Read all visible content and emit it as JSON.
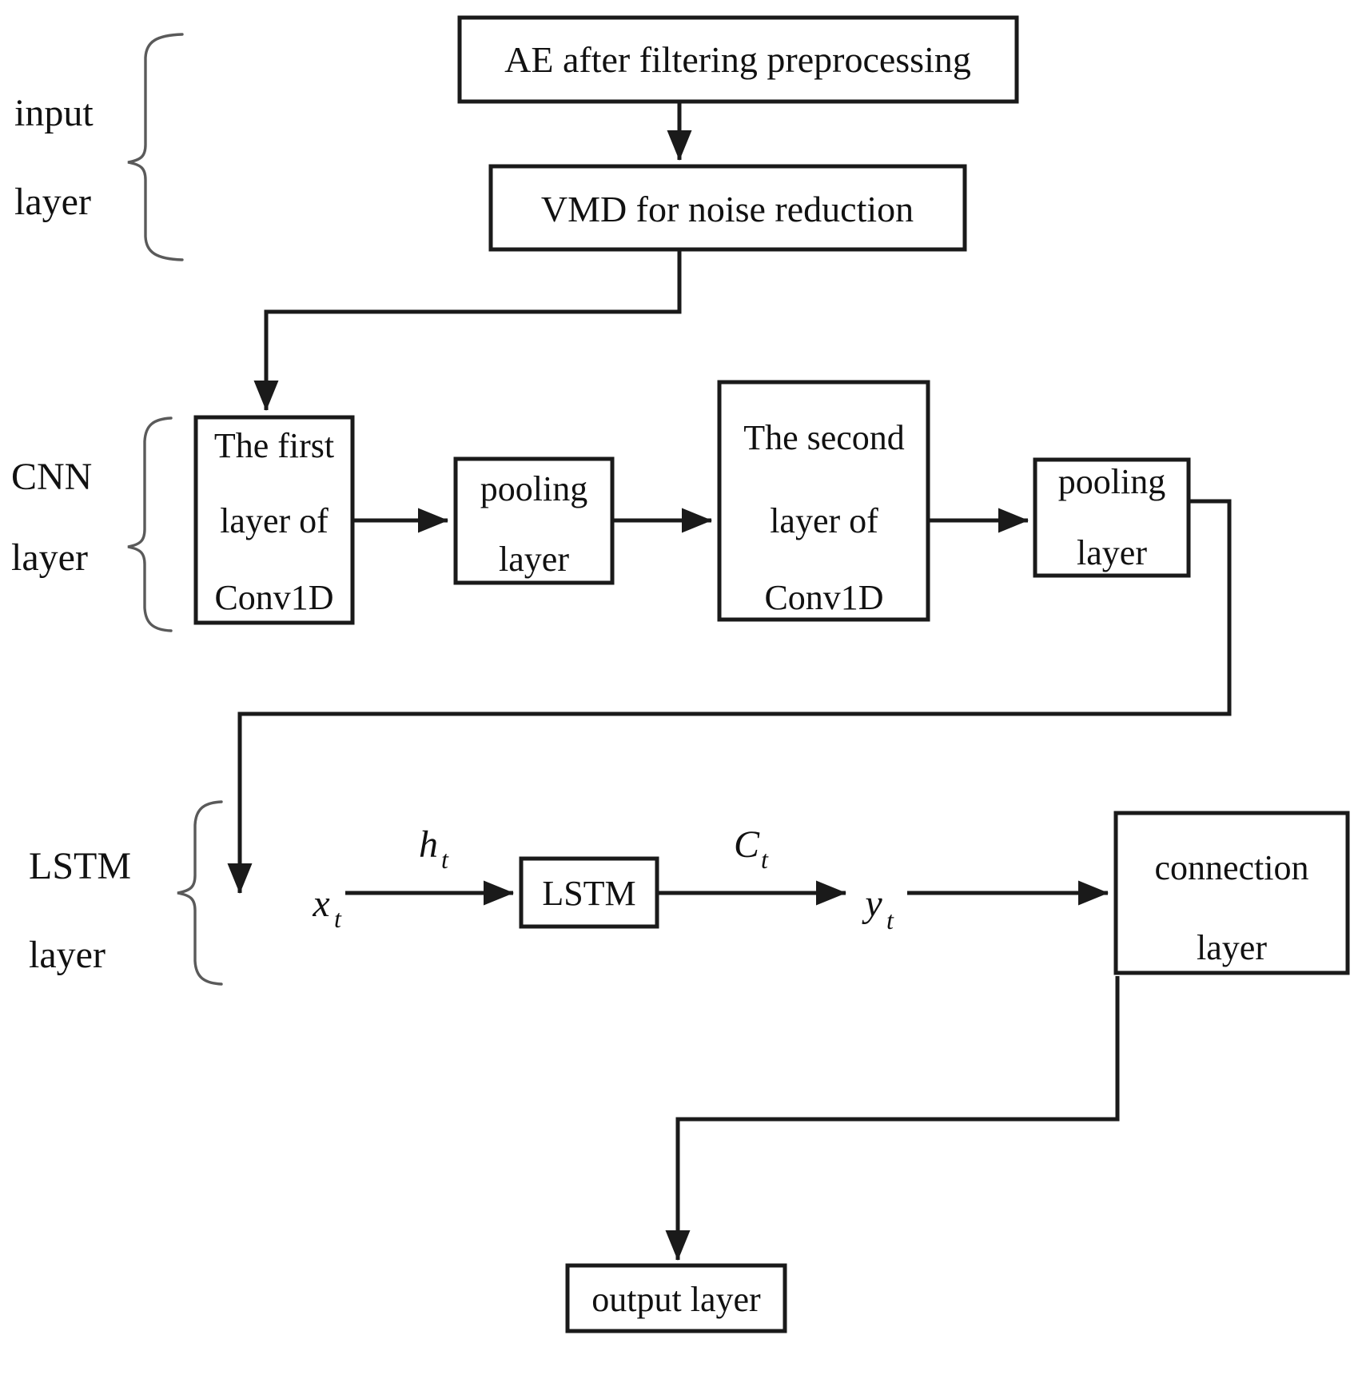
{
  "diagram": {
    "title_text": "",
    "stroke_color": "#1a1a1a",
    "brace_color": "#5a5a5a",
    "background": "#ffffff",
    "groups": [
      {
        "id": "input-layer",
        "line1": "input",
        "line2": "layer"
      },
      {
        "id": "cnn-layer",
        "line1": "CNN",
        "line2": "layer"
      },
      {
        "id": "lstm-layer",
        "line1": "LSTM",
        "line2": "layer"
      }
    ],
    "nodes": [
      {
        "id": "ae-box",
        "label": "AE after filtering preprocessing"
      },
      {
        "id": "vmd-box",
        "label": "VMD for noise reduction"
      },
      {
        "id": "conv1d-first",
        "line1": "The first",
        "line2": "layer of",
        "line3": "Conv1D"
      },
      {
        "id": "pooling-first",
        "line1": "pooling",
        "line2": "layer"
      },
      {
        "id": "conv1d-second",
        "line1": "The second",
        "line2": "layer of",
        "line3": "Conv1D"
      },
      {
        "id": "pooling-second",
        "line1": "pooling",
        "line2": "layer"
      },
      {
        "id": "lstm-box",
        "label": "LSTM"
      },
      {
        "id": "connection-box",
        "line1": "connection",
        "line2": "layer"
      },
      {
        "id": "output-box",
        "label": "output layer"
      }
    ],
    "edge_labels": [
      {
        "id": "x-t",
        "base": "x",
        "sub": "t"
      },
      {
        "id": "h-t",
        "base": "h",
        "sub": "t"
      },
      {
        "id": "c-t",
        "base": "C",
        "sub": "t"
      },
      {
        "id": "y-t",
        "base": "y",
        "sub": "t"
      }
    ]
  }
}
